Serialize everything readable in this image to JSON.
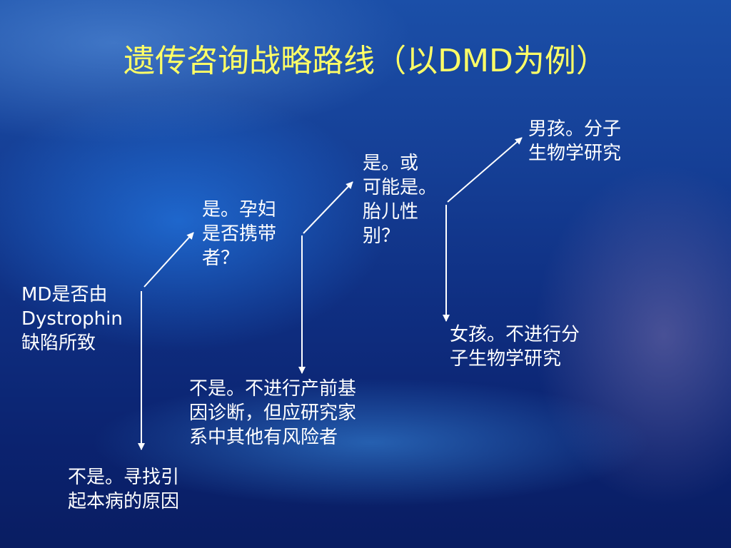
{
  "slide": {
    "title": "遗传咨询战略路线（以DMD为例）"
  },
  "nodes": {
    "root": "MD是否由\nDystrophin\n缺陷所致",
    "carrier_question": "是。孕妇\n是否携带\n者？",
    "not_dystrophin": "不是。寻找引\n起本病的原因",
    "fetal_sex": "是。或\n可能是。\n胎儿性\n别？",
    "not_carrier": "不是。不进行产前基\n因诊断，但应研究家\n系中其他有风险者",
    "boy": "男孩。分子\n生物学研究",
    "girl": "女孩。不进行分\n子生物学研究"
  },
  "colors": {
    "title": "#ffff66",
    "text": "#ffffff",
    "arrow": "#ffffff"
  }
}
